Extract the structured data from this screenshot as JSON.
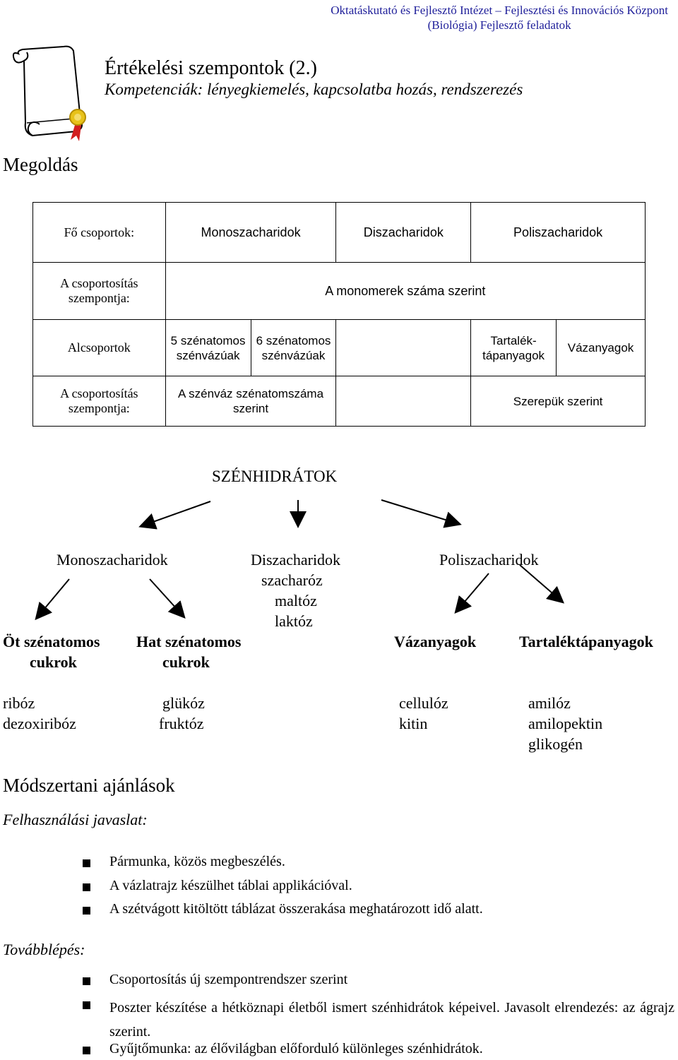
{
  "header": {
    "line1": "Oktatáskutató és Fejlesztő Intézet – Fejlesztési és Innovációs Központ",
    "line2": "(Biológia) Fejlesztő feladatok"
  },
  "title": "Értékelési szempontok (2.)",
  "subtitle": "Kompetenciák: lényegkiemelés, kapcsolatba hozás, rendszerezés",
  "solution_heading": "Megoldás",
  "table": {
    "main_groups_label": "Fő csoportok:",
    "mono": "Monoszacharidok",
    "di": "Diszacharidok",
    "poly": "Poliszacharidok",
    "criterion_label": "A csoportosítás szempontja:",
    "criterion_main": "A monomerek száma szerint",
    "subgroups_label": "Alcsoportok",
    "five_carbon": "5 szénatomos szénvázúak",
    "six_carbon": "6 szénatomos szénvázúak",
    "storage": "Tartalék-tápanyagok",
    "structural": "Vázanyagok",
    "criterion_label2": "A csoportosítás szempontja:",
    "criterion_carbon": "A szénváz szénatomszáma szerint",
    "criterion_role": "Szerepük szerint"
  },
  "diagram": {
    "root": "SZÉNHIDRÁTOK",
    "mono": "Monoszacharidok",
    "di": "Diszacharidok",
    "poly": "Poliszacharidok",
    "di_examples": [
      "szacharóz",
      "maltóz",
      "laktóz"
    ],
    "five": "Öt szénatomos",
    "five2": "cukrok",
    "six": "Hat szénatomos",
    "six2": "cukrok",
    "struct": "Vázanyagok",
    "storage": "Tartaléktápanyagok",
    "five_examples": [
      "ribóz",
      "dezoxiribóz"
    ],
    "six_examples": [
      "glükóz",
      "fruktóz"
    ],
    "struct_examples": [
      "cellulóz",
      "kitin"
    ],
    "storage_examples": [
      "amilóz",
      "amilopektin",
      "glikogén"
    ]
  },
  "methods": {
    "heading": "Módszertani ajánlások",
    "usage_label": "Felhasználási javaslat:",
    "usage_items": [
      "Pármunka, közös megbeszélés.",
      "A vázlatrajz készülhet táblai applikációval.",
      "A szétvágott kitöltött táblázat összerakása meghatározott idő alatt."
    ],
    "next_label": "Továbblépés:",
    "next_items": [
      "Csoportosítás új szempontrendszer szerint",
      "Poszter készítése a hétköznapi életből ismert szénhidrátok képeivel. Javasolt elrendezés: az ágrajz szerint.",
      "Gyűjtőmunka: az élővilágban előforduló különleges szénhidrátok."
    ]
  },
  "colors": {
    "header": "#1f1f9a",
    "ribbon": "#d21f1f",
    "seal": "#e8c21a"
  }
}
